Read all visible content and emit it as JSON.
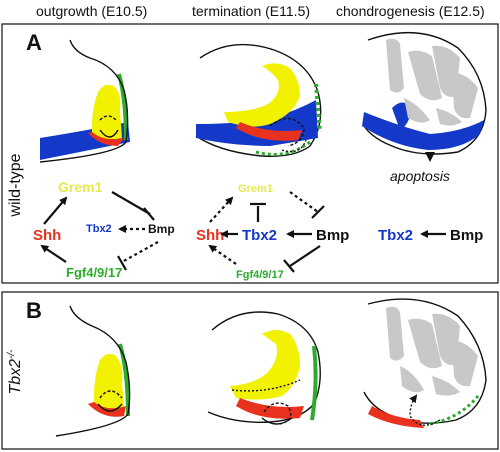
{
  "headers": {
    "outgrowth": "outgrowth (E10.5)",
    "termination": "termination (E11.5)",
    "chondrogenesis": "chondrogenesis (E12.5)"
  },
  "panelA": {
    "letter": "A",
    "side_label": "wild-type",
    "annotation": "apoptosis",
    "genes_col1": {
      "grem1": "Grem1",
      "shh": "Shh",
      "tbx2": "Tbx2",
      "bmp": "Bmp",
      "fgf": "Fgf4/9/17"
    },
    "genes_col2": {
      "grem1": "Grem1",
      "shh": "Shh",
      "tbx2": "Tbx2",
      "bmp": "Bmp",
      "fgf": "Fgf4/9/17"
    },
    "genes_col3": {
      "tbx2": "Tbx2",
      "bmp": "Bmp"
    }
  },
  "panelB": {
    "letter": "B",
    "side_label_base": "Tbx2",
    "side_label_sup": "-/-"
  },
  "colors": {
    "shh": "#e8321e",
    "grem1": "#f2f200",
    "grem1_text": "#e8e84a",
    "tbx2": "#1438c8",
    "fgf": "#2eaa2e",
    "cartilage": "#c8c8c8",
    "outline": "#111111"
  }
}
